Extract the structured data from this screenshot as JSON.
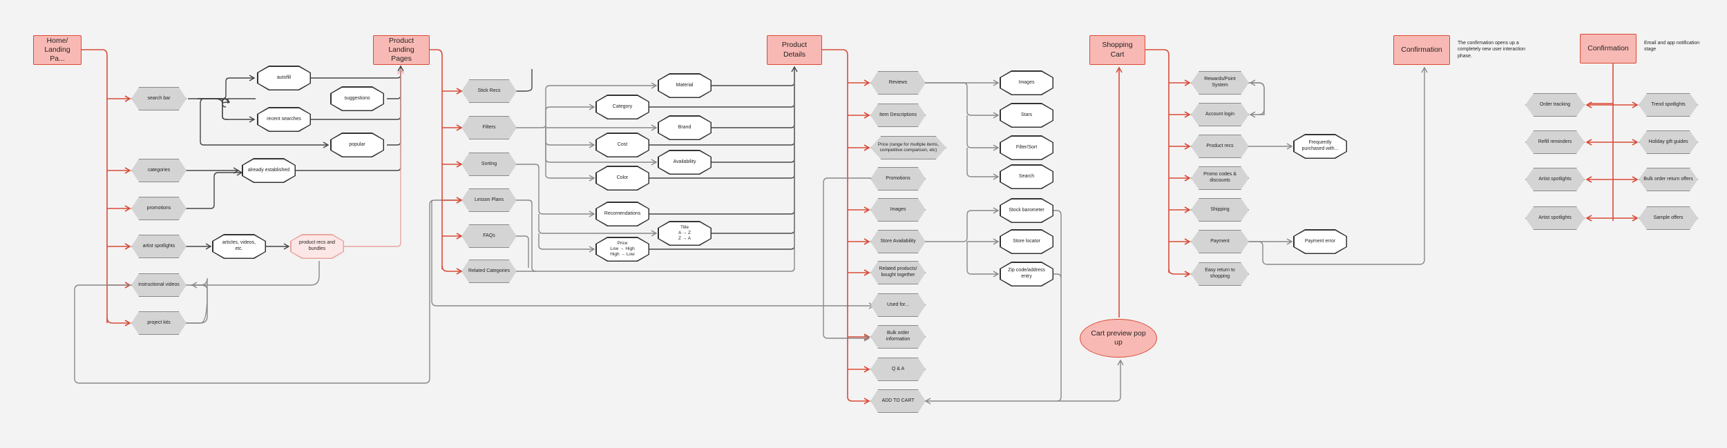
{
  "colors": {
    "accent_red": "#d94a36",
    "fill_red": "#f8b9b4",
    "node_gray": "#d4d4d4",
    "edge_gray": "#888888",
    "background": "#f3f3f3"
  },
  "nodes": {
    "home": "Home/\nLanding Pa...",
    "plp": "Product\nLanding Pages",
    "pdp": "Product Details",
    "cart": "Shopping Cart",
    "confirm1": "Confirmation",
    "confirm2": "Confirmation",
    "search_bar": "search bar",
    "autofill": "autofill",
    "suggestions": "suggestions",
    "recent_searches": "recent searches",
    "popular": "popular",
    "categories": "categories",
    "already_established": "already established",
    "promotions": "promotions",
    "artist_spotlights": "artist spotlights",
    "articles": "articles, videos,\netc.",
    "product_recs_bundles": "product recs and\nbundles",
    "instructional_videos": "instructional videos",
    "project_kits": "project kits",
    "stick_recs": "Stick Recs",
    "filters": "Filters",
    "sorting": "Sorting",
    "lesson_plans": "Lesson Plans",
    "faqs": "FAQs",
    "related_categories": "Related Categories",
    "material": "Material",
    "category": "Category",
    "brand": "Brand",
    "cost": "Cost",
    "availability": "Availability",
    "color": "Color",
    "recomendations": "Recomendations",
    "title_sort": "Title\nA → Z\nZ → A",
    "price_sort": "Price\nLow → High\nHigh → Low",
    "reviews": "Reviews",
    "item_descriptions": "Item Descriptions",
    "price_range": "Price (range for multiple items,\ncompetitive comparison, etc)",
    "pd_promotions": "Promotions",
    "pd_images": "Images",
    "store_availability": "Store Availability",
    "related_products": "Related products/\nbought together",
    "used_for": "Used for...",
    "bulk_order": "Bulk order information",
    "qa": "Q & A",
    "add_to_cart": "ADD TO CART",
    "rev_images": "Images",
    "stars": "Stars",
    "filter_sort": "Filter/Sort",
    "search": "Search",
    "stock_barometer": "Stock barometer",
    "store_locator": "Store locator",
    "zip_code": "Zip code/address\nentry",
    "cart_preview": "Cart preview pop\nup",
    "rewards": "Rewards/Point System",
    "account_login": "Account login",
    "product_recs": "Product recs",
    "frequently": "Frequently\npurchased with...",
    "promo_codes": "Promo codes &\ndiscounts",
    "shipping": "Shipping",
    "payment": "Payment",
    "payment_error": "Payment error",
    "easy_return": "Easy return to shopping",
    "order_tracking": "Order tracking",
    "refill_reminders": "Refill reminders",
    "c2_artist_spotlights_1": "Artist spotlights",
    "c2_artist_spotlights_2": "Artist spotlights",
    "trend_spotlights": "Trend spotlights",
    "holiday_gift_guides": "Holiday gift guides",
    "bulk_order_return": "Bulk order return offers",
    "sample_offers": "Sample offers"
  },
  "notes": {
    "confirm1_note": "The confirmation opens up a\ncompletely new user interaction\nphase.",
    "confirm2_note": "Email and app notification\nstage"
  }
}
